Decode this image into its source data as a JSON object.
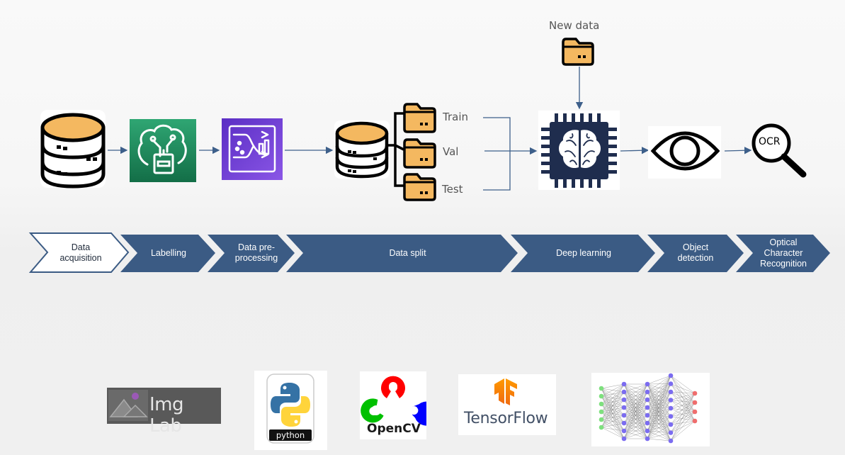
{
  "top_labels": {
    "new_data": "New data",
    "train": "Train",
    "val": "Val",
    "test": "Test",
    "ocr": "OCR"
  },
  "pipeline_steps": [
    {
      "line1": "Data",
      "line2": "acquisition",
      "line3": ""
    },
    {
      "line1": "Labelling",
      "line2": "",
      "line3": ""
    },
    {
      "line1": "Data pre-",
      "line2": "processing",
      "line3": ""
    },
    {
      "line1": "Data split",
      "line2": "",
      "line3": ""
    },
    {
      "line1": "Deep learning",
      "line2": "",
      "line3": ""
    },
    {
      "line1": "Object",
      "line2": "detection",
      "line3": ""
    },
    {
      "line1": "Optical",
      "line2": "Character",
      "line3": "Recognition"
    }
  ],
  "tools": {
    "imglab": "Img Lab",
    "python": "python",
    "opencv": "OpenCV",
    "tensorflow": "TensorFlow"
  },
  "colors": {
    "chevron_fill": "#3b5b84",
    "arrow": "#3d5f8a",
    "folder_fill": "#f4b860",
    "labelling_green": "#1e8a5c",
    "preprocess_purple": "#6b3fc9",
    "chip_navy": "#1f2d4e"
  }
}
